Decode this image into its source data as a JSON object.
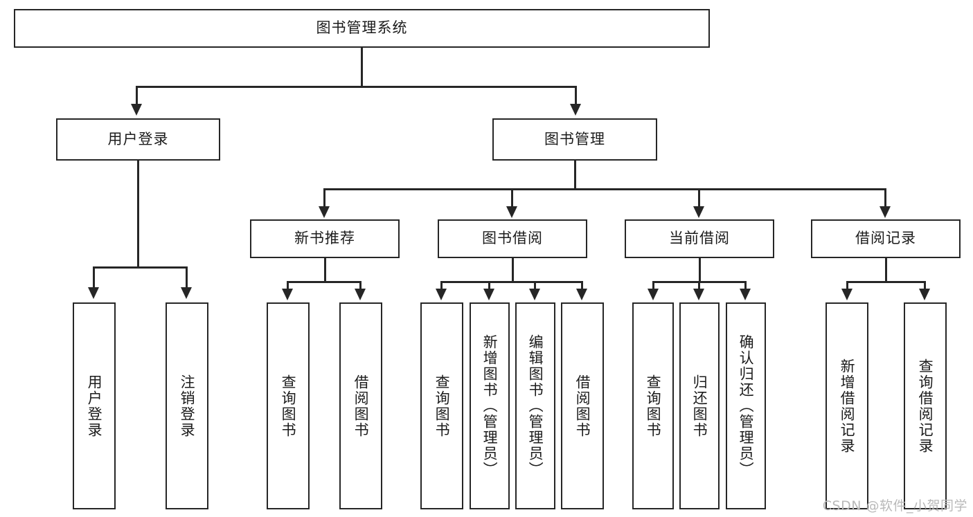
{
  "diagram": {
    "type": "tree-hierarchy",
    "title": "图书管理系统",
    "root": {
      "id": "root",
      "label": "图书管理系统",
      "orientation": "horizontal"
    },
    "level1": [
      {
        "id": "user-login",
        "label": "用户登录",
        "orientation": "horizontal"
      },
      {
        "id": "book-manage",
        "label": "图书管理",
        "orientation": "horizontal"
      }
    ],
    "level2": [
      {
        "id": "new-book-recommend",
        "label": "新书推荐",
        "orientation": "horizontal",
        "parent": "book-manage"
      },
      {
        "id": "book-borrow",
        "label": "图书借阅",
        "orientation": "horizontal",
        "parent": "book-manage"
      },
      {
        "id": "current-borrow",
        "label": "当前借阅",
        "orientation": "horizontal",
        "parent": "book-manage"
      },
      {
        "id": "borrow-record",
        "label": "借阅记录",
        "orientation": "horizontal",
        "parent": "book-manage"
      }
    ],
    "leaves": [
      {
        "id": "leaf-user-login",
        "label": "用户登录",
        "parent": "user-login",
        "orientation": "vertical"
      },
      {
        "id": "leaf-user-logout",
        "label": "注销登录",
        "parent": "user-login",
        "orientation": "vertical"
      },
      {
        "id": "leaf-query-book-1",
        "label": "查询图书",
        "parent": "new-book-recommend",
        "orientation": "vertical"
      },
      {
        "id": "leaf-borrow-book-1",
        "label": "借阅图书",
        "parent": "new-book-recommend",
        "orientation": "vertical"
      },
      {
        "id": "leaf-query-book-2",
        "label": "查询图书",
        "parent": "book-borrow",
        "orientation": "vertical"
      },
      {
        "id": "leaf-add-book",
        "label": "新增图书（管理员）",
        "parent": "book-borrow",
        "orientation": "vertical"
      },
      {
        "id": "leaf-edit-book",
        "label": "编辑图书（管理员）",
        "parent": "book-borrow",
        "orientation": "vertical"
      },
      {
        "id": "leaf-borrow-book-2",
        "label": "借阅图书",
        "parent": "book-borrow",
        "orientation": "vertical"
      },
      {
        "id": "leaf-query-book-3",
        "label": "查询图书",
        "parent": "current-borrow",
        "orientation": "vertical"
      },
      {
        "id": "leaf-return-book",
        "label": "归还图书",
        "parent": "current-borrow",
        "orientation": "vertical"
      },
      {
        "id": "leaf-confirm-return",
        "label": "确认归还（管理员）",
        "parent": "current-borrow",
        "orientation": "vertical"
      },
      {
        "id": "leaf-add-record",
        "label": "新增借阅记录",
        "parent": "borrow-record",
        "orientation": "vertical"
      },
      {
        "id": "leaf-query-record",
        "label": "查询借阅记录",
        "parent": "borrow-record",
        "orientation": "vertical"
      }
    ],
    "colors": {
      "stroke": "#262626",
      "fill": "#ffffff",
      "text": "#1b1b1b",
      "watermark": "#b9b9b9"
    }
  },
  "watermark": {
    "text": "CSDN @软件_小贺同学"
  }
}
